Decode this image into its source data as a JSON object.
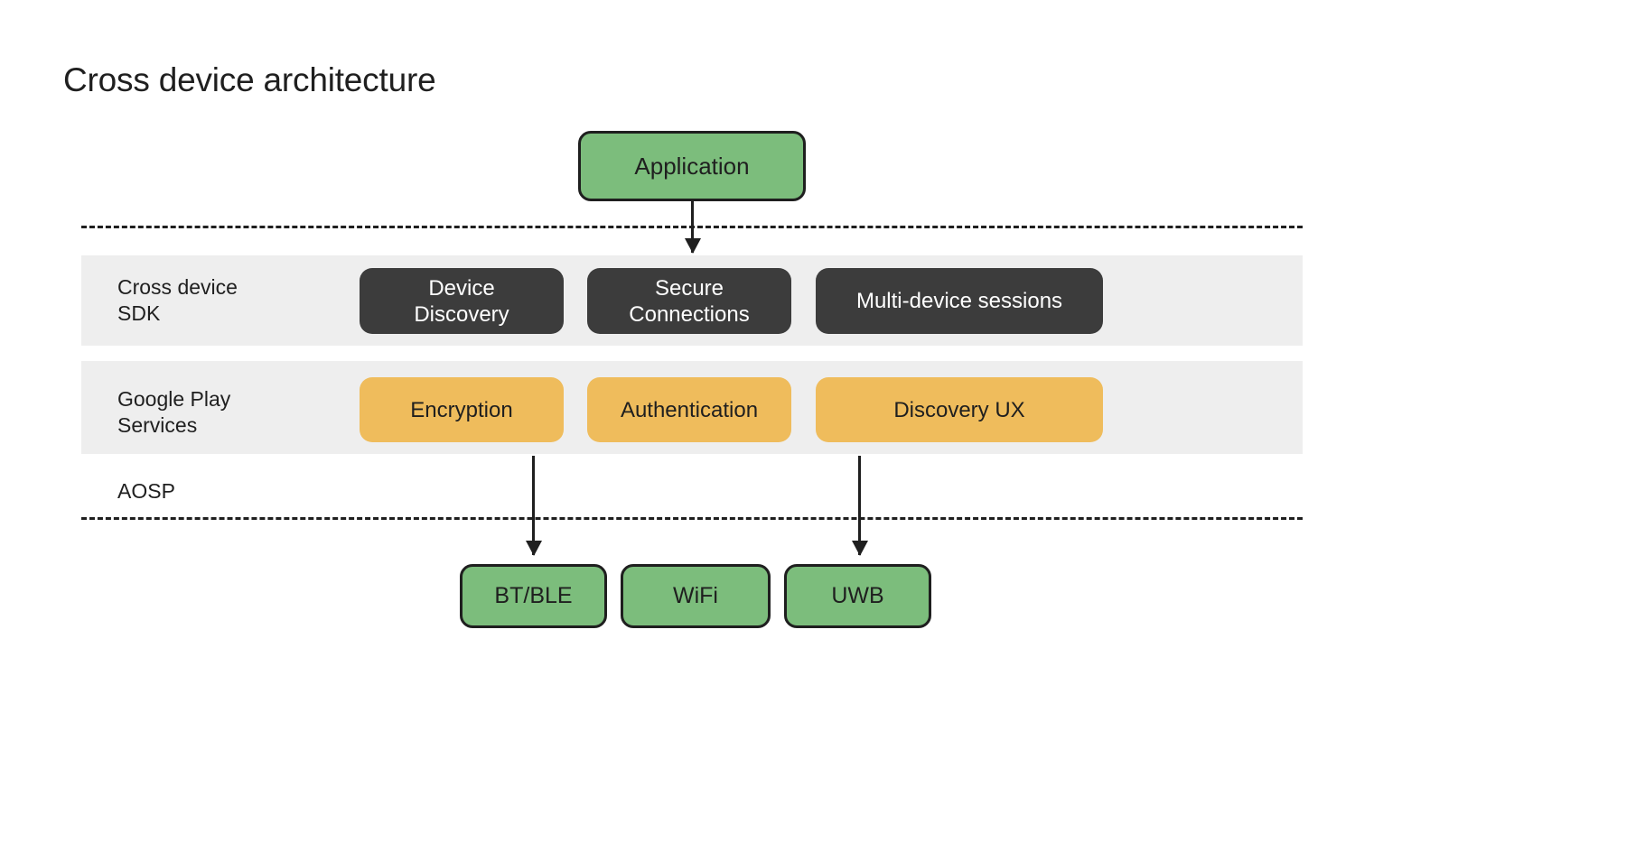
{
  "diagram": {
    "title": "Cross device architecture",
    "colors": {
      "green": "#7cbd7c",
      "dark": "#3c3c3c",
      "orange": "#efbc5c",
      "band": "#eeeeee",
      "outline": "#1f1f1f",
      "background": "#ffffff"
    },
    "top_node": {
      "label": "Application"
    },
    "layers": [
      {
        "name": "Cross device SDK",
        "label": "Cross device\nSDK",
        "style": "dark",
        "items": [
          {
            "label": "Device\nDiscovery"
          },
          {
            "label": "Secure\nConnections"
          },
          {
            "label": "Multi-device sessions"
          }
        ]
      },
      {
        "name": "Google Play Services",
        "label": "Google Play\nServices",
        "style": "orange",
        "items": [
          {
            "label": "Encryption"
          },
          {
            "label": "Authentication"
          },
          {
            "label": "Discovery UX"
          }
        ]
      }
    ],
    "aosp_label": "AOSP",
    "transports": [
      {
        "label": "BT/BLE"
      },
      {
        "label": "WiFi"
      },
      {
        "label": "UWB"
      }
    ],
    "connectors": [
      {
        "name": "application-to-sdk",
        "from": "Application",
        "to": "Secure Connections"
      },
      {
        "name": "sdk-to-bt-ble",
        "from": "Encryption",
        "to": "BT/BLE"
      },
      {
        "name": "sdk-to-uwb",
        "from": "Discovery UX",
        "to": "UWB"
      }
    ]
  }
}
